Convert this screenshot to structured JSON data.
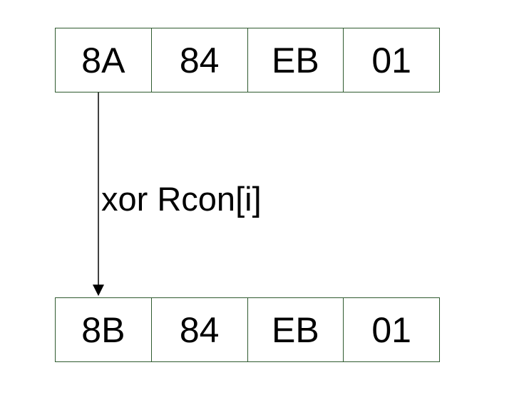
{
  "top_row": {
    "cells": [
      "8A",
      "84",
      "EB",
      "01"
    ]
  },
  "bottom_row": {
    "cells": [
      "8B",
      "84",
      "EB",
      "01"
    ]
  },
  "operation": {
    "label": "xor Rcon[i]"
  },
  "colors": {
    "cell_border": "#2f5a2f",
    "text": "#000000",
    "arrow": "#000000"
  }
}
